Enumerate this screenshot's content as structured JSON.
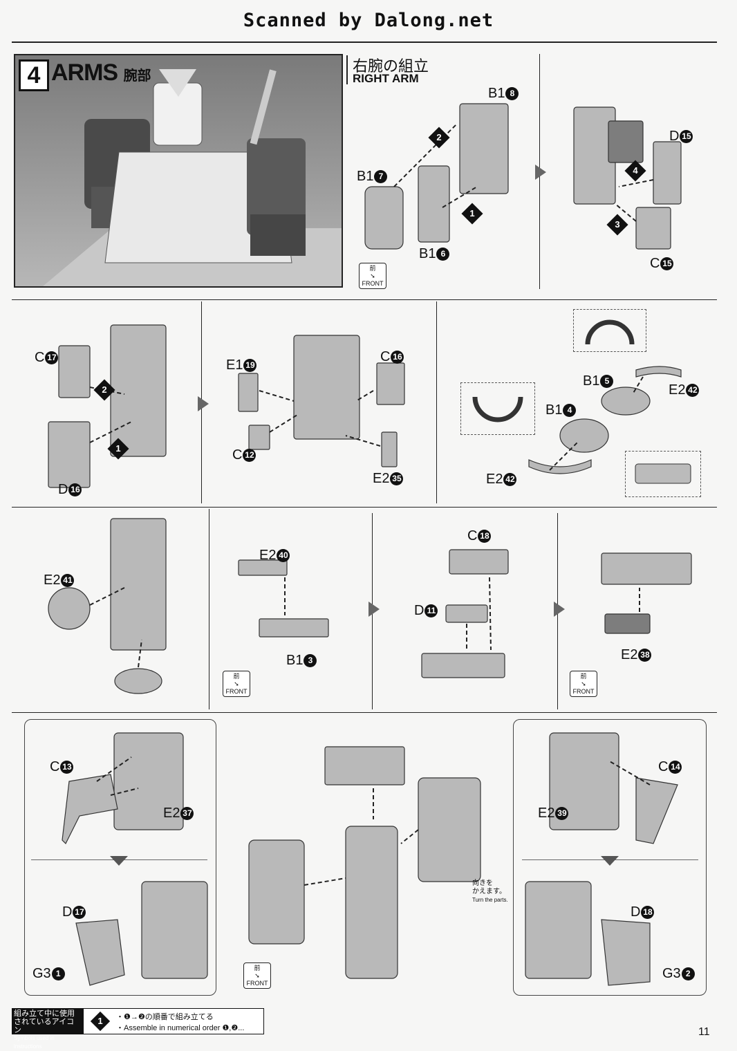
{
  "header": {
    "scan_credit": "Scanned by Dalong.net"
  },
  "section": {
    "number": "4",
    "title_en": "ARMS",
    "title_jp": "腕部"
  },
  "subsection": {
    "title_jp": "右腕の組立",
    "title_en": "RIGHT ARM"
  },
  "front_badge": {
    "jp": "前",
    "en": "FRONT"
  },
  "steps": [
    "1",
    "2",
    "3",
    "4"
  ],
  "part_labels": {
    "r1": [
      {
        "t": "B1",
        "n": "8"
      },
      {
        "t": "B1",
        "n": "7"
      },
      {
        "t": "B1",
        "n": "6"
      },
      {
        "t": "D",
        "n": "15"
      },
      {
        "t": "C",
        "n": "15"
      }
    ],
    "r2": [
      {
        "t": "C",
        "n": "17"
      },
      {
        "t": "D",
        "n": "16"
      },
      {
        "t": "E1",
        "n": "19"
      },
      {
        "t": "C",
        "n": "16"
      },
      {
        "t": "C",
        "n": "12"
      },
      {
        "t": "E2",
        "n": "35"
      },
      {
        "t": "B1",
        "n": "5"
      },
      {
        "t": "E2",
        "n": "42"
      },
      {
        "t": "B1",
        "n": "4"
      },
      {
        "t": "E2",
        "n": "42"
      }
    ],
    "r3": [
      {
        "t": "E2",
        "n": "41"
      },
      {
        "t": "E2",
        "n": "40"
      },
      {
        "t": "B1",
        "n": "3"
      },
      {
        "t": "C",
        "n": "18"
      },
      {
        "t": "D",
        "n": "11"
      },
      {
        "t": "E2",
        "n": "38"
      }
    ],
    "r4": [
      {
        "t": "C",
        "n": "13"
      },
      {
        "t": "E2",
        "n": "37"
      },
      {
        "t": "D",
        "n": "17"
      },
      {
        "t": "G3",
        "n": "1"
      },
      {
        "t": "C",
        "n": "14"
      },
      {
        "t": "E2",
        "n": "39"
      },
      {
        "t": "D",
        "n": "18"
      },
      {
        "t": "G3",
        "n": "2"
      }
    ]
  },
  "turn_note": {
    "jp1": "向きを",
    "jp2": "かえます。",
    "en": "Turn the parts."
  },
  "footer": {
    "legend_jp1": "組み立て中に使用",
    "legend_jp2": "されているアイコン",
    "legend_en": "Symbols used in instructions",
    "icon_step": "1",
    "desc_jp": "・❶→❷の順番で組み立てる",
    "desc_en": "・Assemble in numerical order ❶,❷...",
    "page_number": "11"
  }
}
